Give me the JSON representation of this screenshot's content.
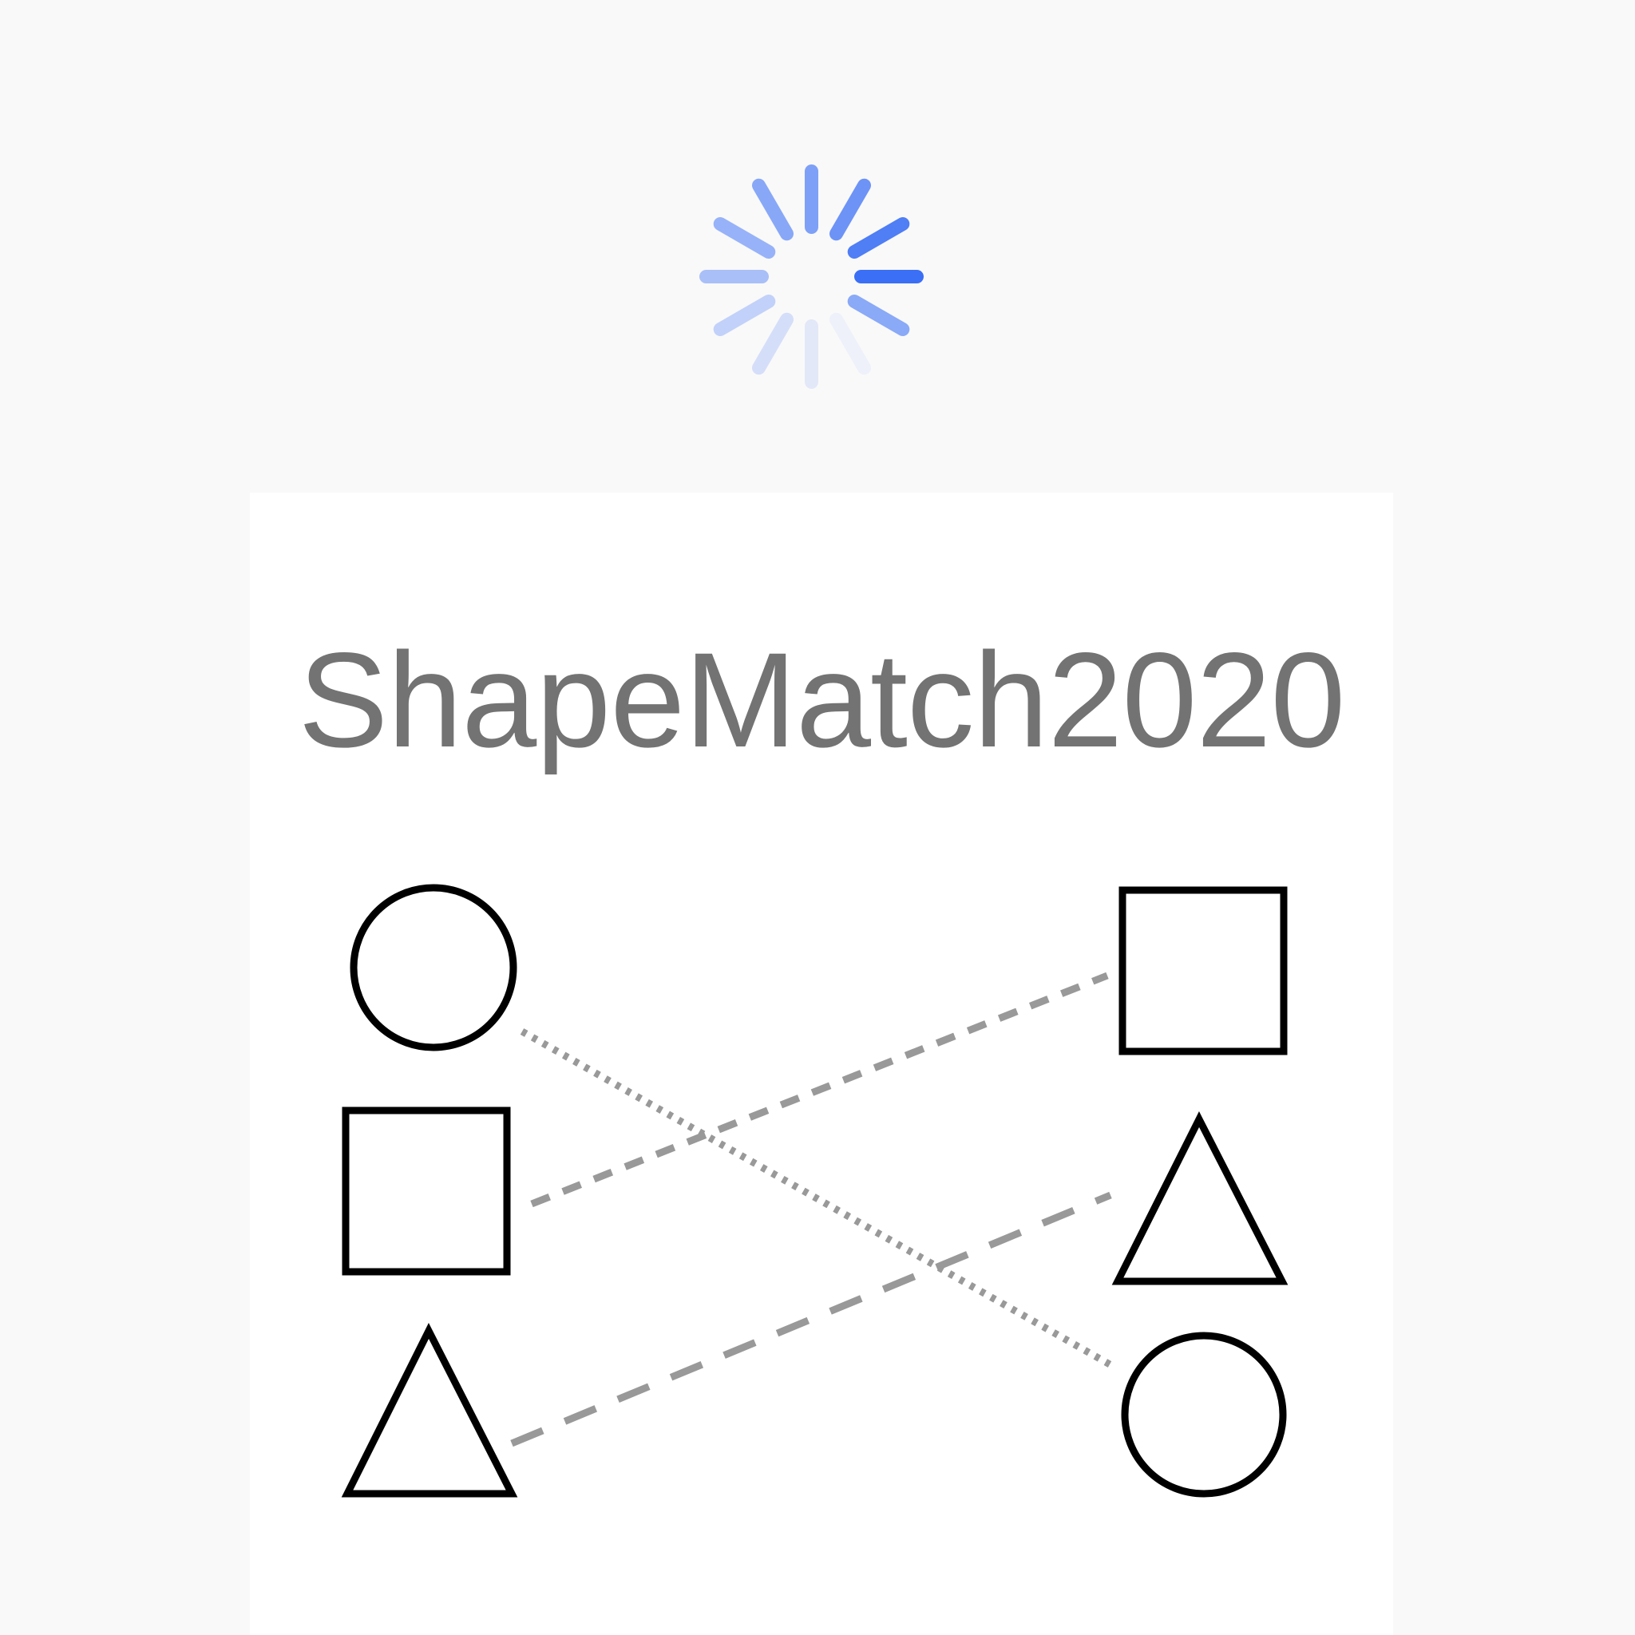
{
  "app": {
    "title": "ShapeMatch2020"
  },
  "loading": {
    "state": "loading",
    "spinner_icon": "loading-spinner-icon",
    "accent_color": "#3b6ff5"
  },
  "diagram": {
    "left_column": [
      "circle",
      "square",
      "triangle"
    ],
    "right_column": [
      "square",
      "triangle",
      "circle"
    ],
    "connections": [
      {
        "from": "circle",
        "to": "circle",
        "style": "dotted"
      },
      {
        "from": "square",
        "to": "square",
        "style": "dashed"
      },
      {
        "from": "triangle",
        "to": "triangle",
        "style": "dashed"
      }
    ],
    "shape_color": "#000000",
    "line_color": "#999999"
  }
}
